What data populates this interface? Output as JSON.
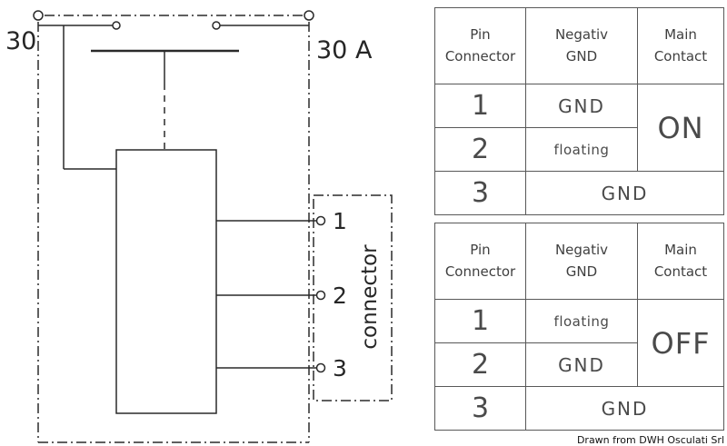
{
  "schematic": {
    "label_30": "30",
    "label_30a": "30 A",
    "pins": [
      "1",
      "2",
      "3"
    ],
    "connector_label": "connector"
  },
  "table_on": {
    "headers": [
      "Pin\nConnector",
      "Negativ\nGND",
      "Main\nContact"
    ],
    "rows": [
      {
        "pin": "1",
        "negativ_gnd": "GND"
      },
      {
        "pin": "2",
        "negativ_gnd": "floating"
      },
      {
        "pin": "3",
        "negativ_gnd": "GND"
      }
    ],
    "main_contact": "ON"
  },
  "table_off": {
    "headers": [
      "Pin\nConnector",
      "Negativ\nGND",
      "Main\nContact"
    ],
    "rows": [
      {
        "pin": "1",
        "negativ_gnd": "floating"
      },
      {
        "pin": "2",
        "negativ_gnd": "GND"
      },
      {
        "pin": "3",
        "negativ_gnd": "GND"
      }
    ],
    "main_contact": "OFF"
  },
  "footer": {
    "attribution": "Drawn from DWH Osculati Srl"
  }
}
